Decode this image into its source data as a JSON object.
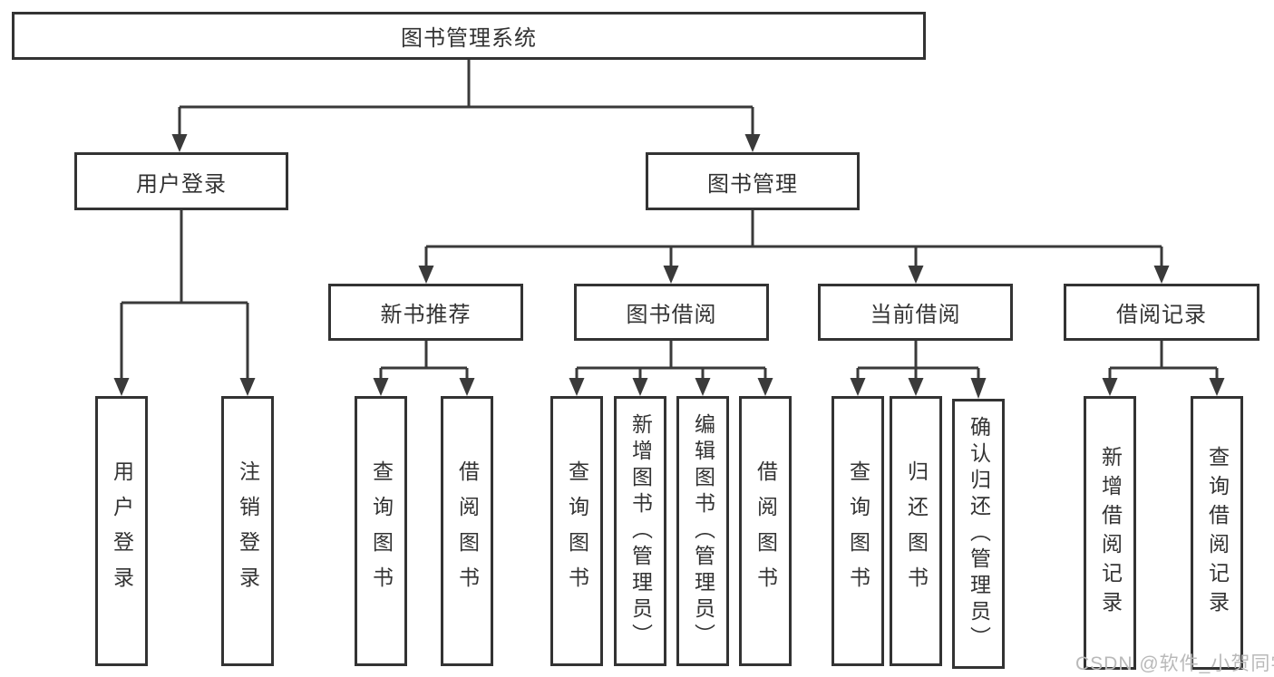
{
  "nodes": {
    "root": "图书管理系统",
    "level2": [
      "用户登录",
      "图书管理"
    ],
    "level3": [
      "新书推荐",
      "图书借阅",
      "当前借阅",
      "借阅记录"
    ],
    "leaves_user_login": [
      "用户登录",
      "注销登录"
    ],
    "leaves_new_book": [
      "查询图书",
      "借阅图书"
    ],
    "leaves_book_borrow": [
      "查询图书",
      "新增图书（管理员）",
      "编辑图书（管理员）",
      "借阅图书"
    ],
    "leaves_current_borrow": [
      "查询图书",
      "归还图书",
      "确认归还（管理员）"
    ],
    "leaves_borrow_records": [
      "新增借阅记录",
      "查询借阅记录"
    ]
  },
  "watermark": "CSDN @软件_小贺同学",
  "colors": {
    "line": "#3a3a3a",
    "box_border": "#333333",
    "text": "#333333",
    "box_background": "#ffffff",
    "page_background": "#ffffff",
    "watermark": "#b9b9b9"
  }
}
